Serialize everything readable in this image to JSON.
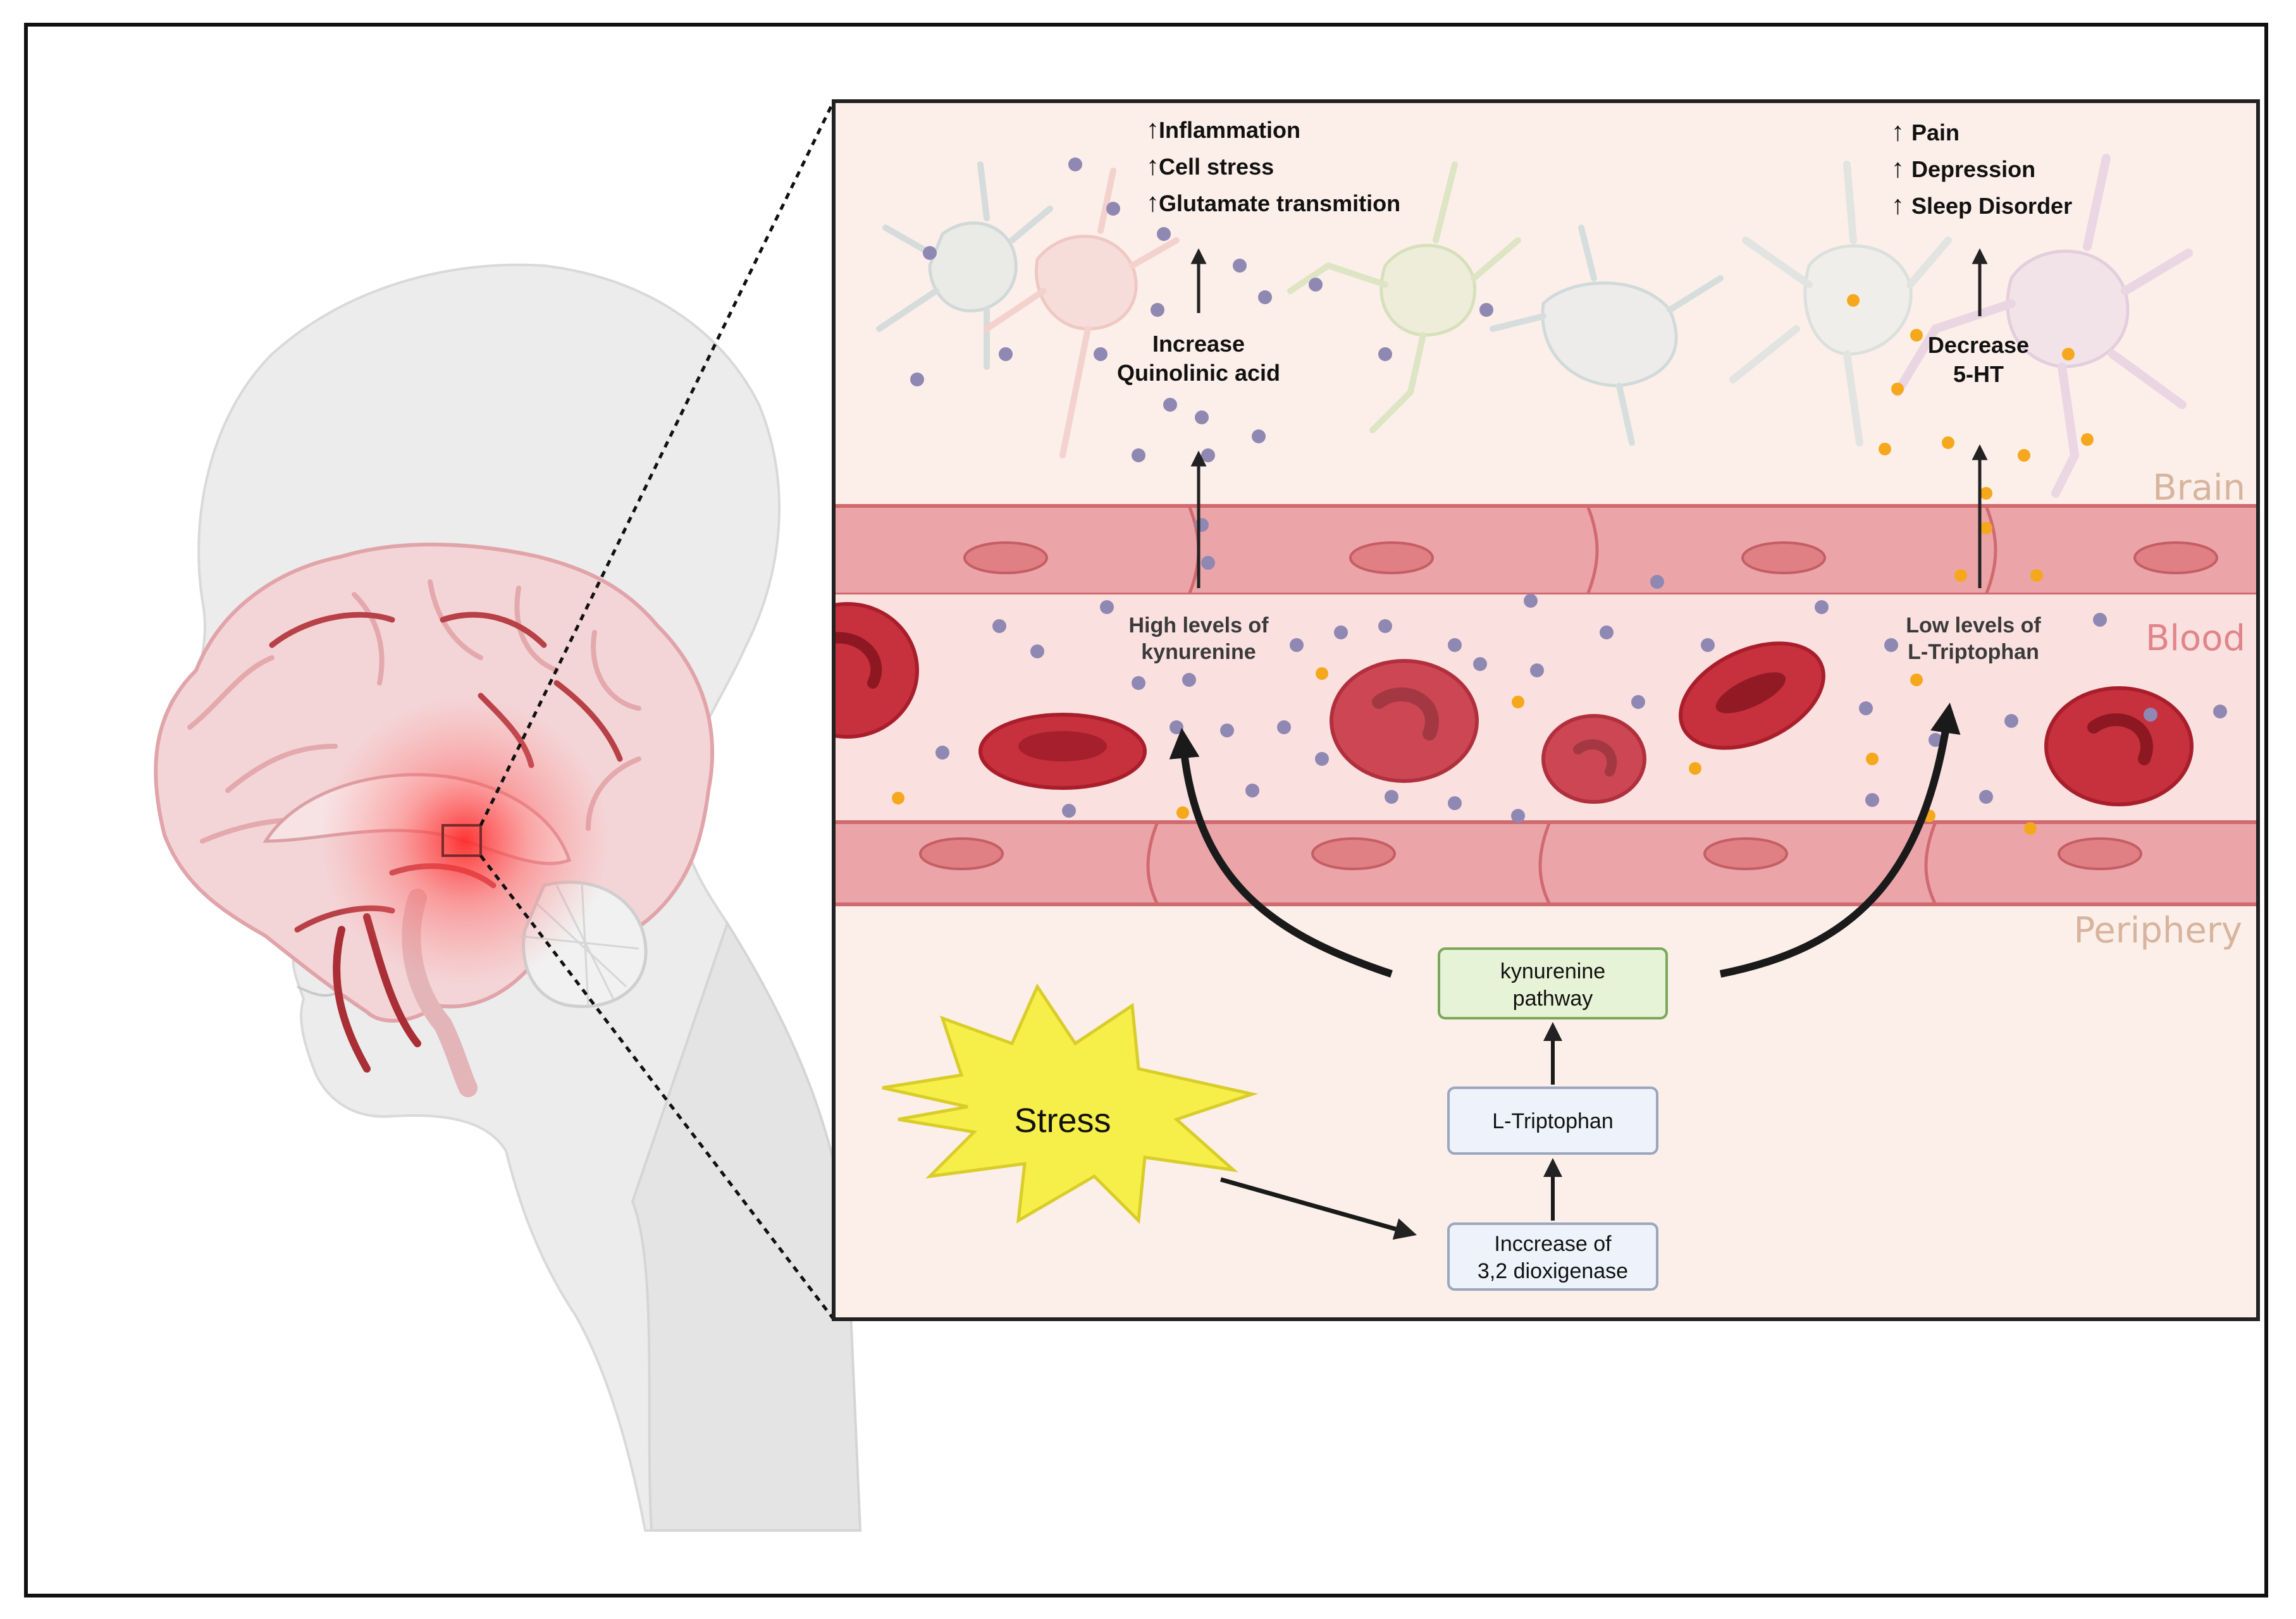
{
  "zones": {
    "brain": "Brain",
    "blood": "Blood",
    "periphery": "Periphery"
  },
  "brain_effects_left": {
    "items": [
      "Inflammation",
      "Cell stress",
      "Glutamate transmition"
    ],
    "result_line1": "Increase",
    "result_line2": "Quinolinic acid"
  },
  "brain_effects_right": {
    "items": [
      "Pain",
      "Depression",
      "Sleep Disorder"
    ],
    "result_line1": "Decrease",
    "result_line2": "5-HT"
  },
  "blood_labels": {
    "left_line1": "High levels of",
    "left_line2": "kynurenine",
    "right_line1": "Low levels of",
    "right_line2": "L-Triptophan"
  },
  "pathway": {
    "stress": "Stress",
    "enzyme_line1": "Inccrease of",
    "enzyme_line2": "3,2 dioxigenase",
    "substrate": "L-Triptophan",
    "kyn_line1": "kynurenine",
    "kyn_line2": "pathway"
  },
  "colors": {
    "kynurenine_particle": "#8f88b3",
    "tryptophan_particle": "#f5a81c",
    "rbc": "#c7303d",
    "vessel_wall": "#e9a0a3",
    "stress_burst": "#f6ef4a",
    "kyn_box": "#e6f3d6"
  }
}
